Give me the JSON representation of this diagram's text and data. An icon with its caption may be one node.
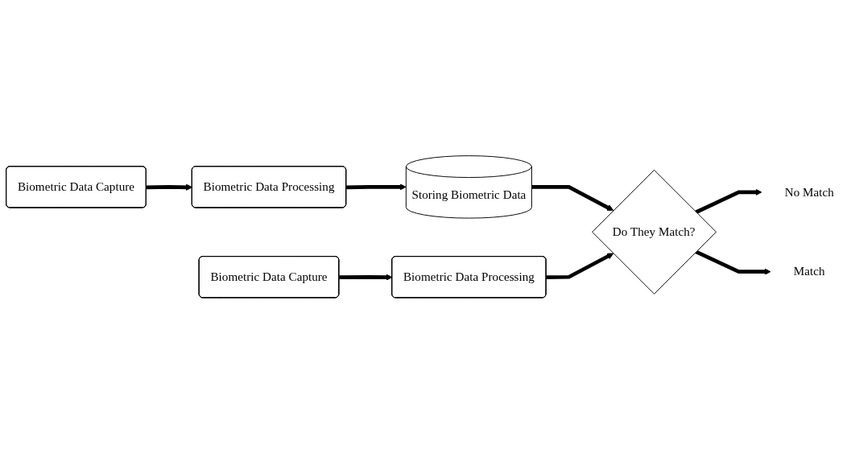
{
  "diagram": {
    "nodes": [
      {
        "text": [
          "Biometric Data Capture"
        ]
      },
      {
        "text": [
          "Biometric Data Processing"
        ]
      },
      {
        "text": [
          "Storing Biometric Data"
        ]
      },
      {
        "text": [
          "Do They Match?"
        ]
      },
      {
        "text": [
          "No Match"
        ]
      },
      {
        "text": [
          "Match"
        ]
      },
      {
        "text": [
          "Biometric Data Capture"
        ]
      },
      {
        "text": [
          "Biometric Data Processing"
        ]
      }
    ],
    "edges": [
      {
        "from": 0,
        "to": 1,
        "arrow": "to"
      },
      {
        "from": 1,
        "to": 2,
        "arrow": "to"
      },
      {
        "from": 2,
        "to": 3,
        "arrow": "to"
      },
      {
        "from": 3,
        "to": 4,
        "arrow": "to"
      },
      {
        "from": 3,
        "to": 5,
        "arrow": "to"
      },
      {
        "from": 6,
        "to": 7,
        "arrow": "to"
      },
      {
        "from": 7,
        "to": 3,
        "arrow": "to"
      }
    ]
  }
}
